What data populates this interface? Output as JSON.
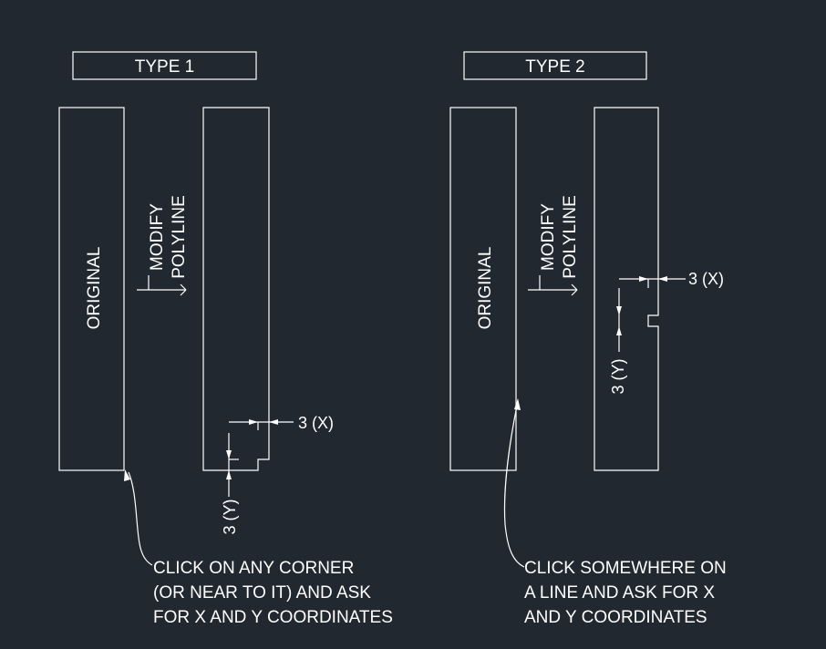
{
  "type1": {
    "title": "TYPE 1",
    "original_label": "ORIGINAL",
    "modify_label_1": "MODIFY",
    "modify_label_2": "POLYLINE",
    "x_dim": "3 (X)",
    "y_dim": "3 (Y)",
    "note": [
      "CLICK ON ANY CORNER",
      "(OR NEAR TO IT) AND ASK",
      "FOR X AND Y COORDINATES"
    ]
  },
  "type2": {
    "title": "TYPE 2",
    "original_label": "ORIGINAL",
    "modify_label_1": "MODIFY",
    "modify_label_2": "POLYLINE",
    "x_dim": "3 (X)",
    "y_dim": "3 (Y)",
    "note": [
      "CLICK SOMEWHERE ON",
      "A LINE AND ASK FOR X",
      "AND Y COORDINATES"
    ]
  }
}
